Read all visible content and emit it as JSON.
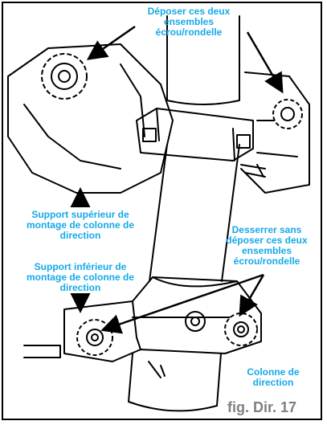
{
  "labels": {
    "top_remove": [
      "Déposer ces deux",
      "ensembles",
      "écrou/rondelle"
    ],
    "upper_support": [
      "Support supérieur de",
      "montage de colonne de",
      "direction"
    ],
    "loosen": [
      "Desserrer sans",
      "déposer ces deux",
      "ensembles",
      "écrou/rondelle"
    ],
    "lower_support": [
      "Support inférieur de",
      "montage de colonne de",
      "direction"
    ],
    "column": [
      "Colonne de",
      "direction"
    ]
  },
  "caption": "fig. Dir. 17",
  "colors": {
    "label": "#14a9e8",
    "caption": "#808080",
    "line": "#000000"
  }
}
